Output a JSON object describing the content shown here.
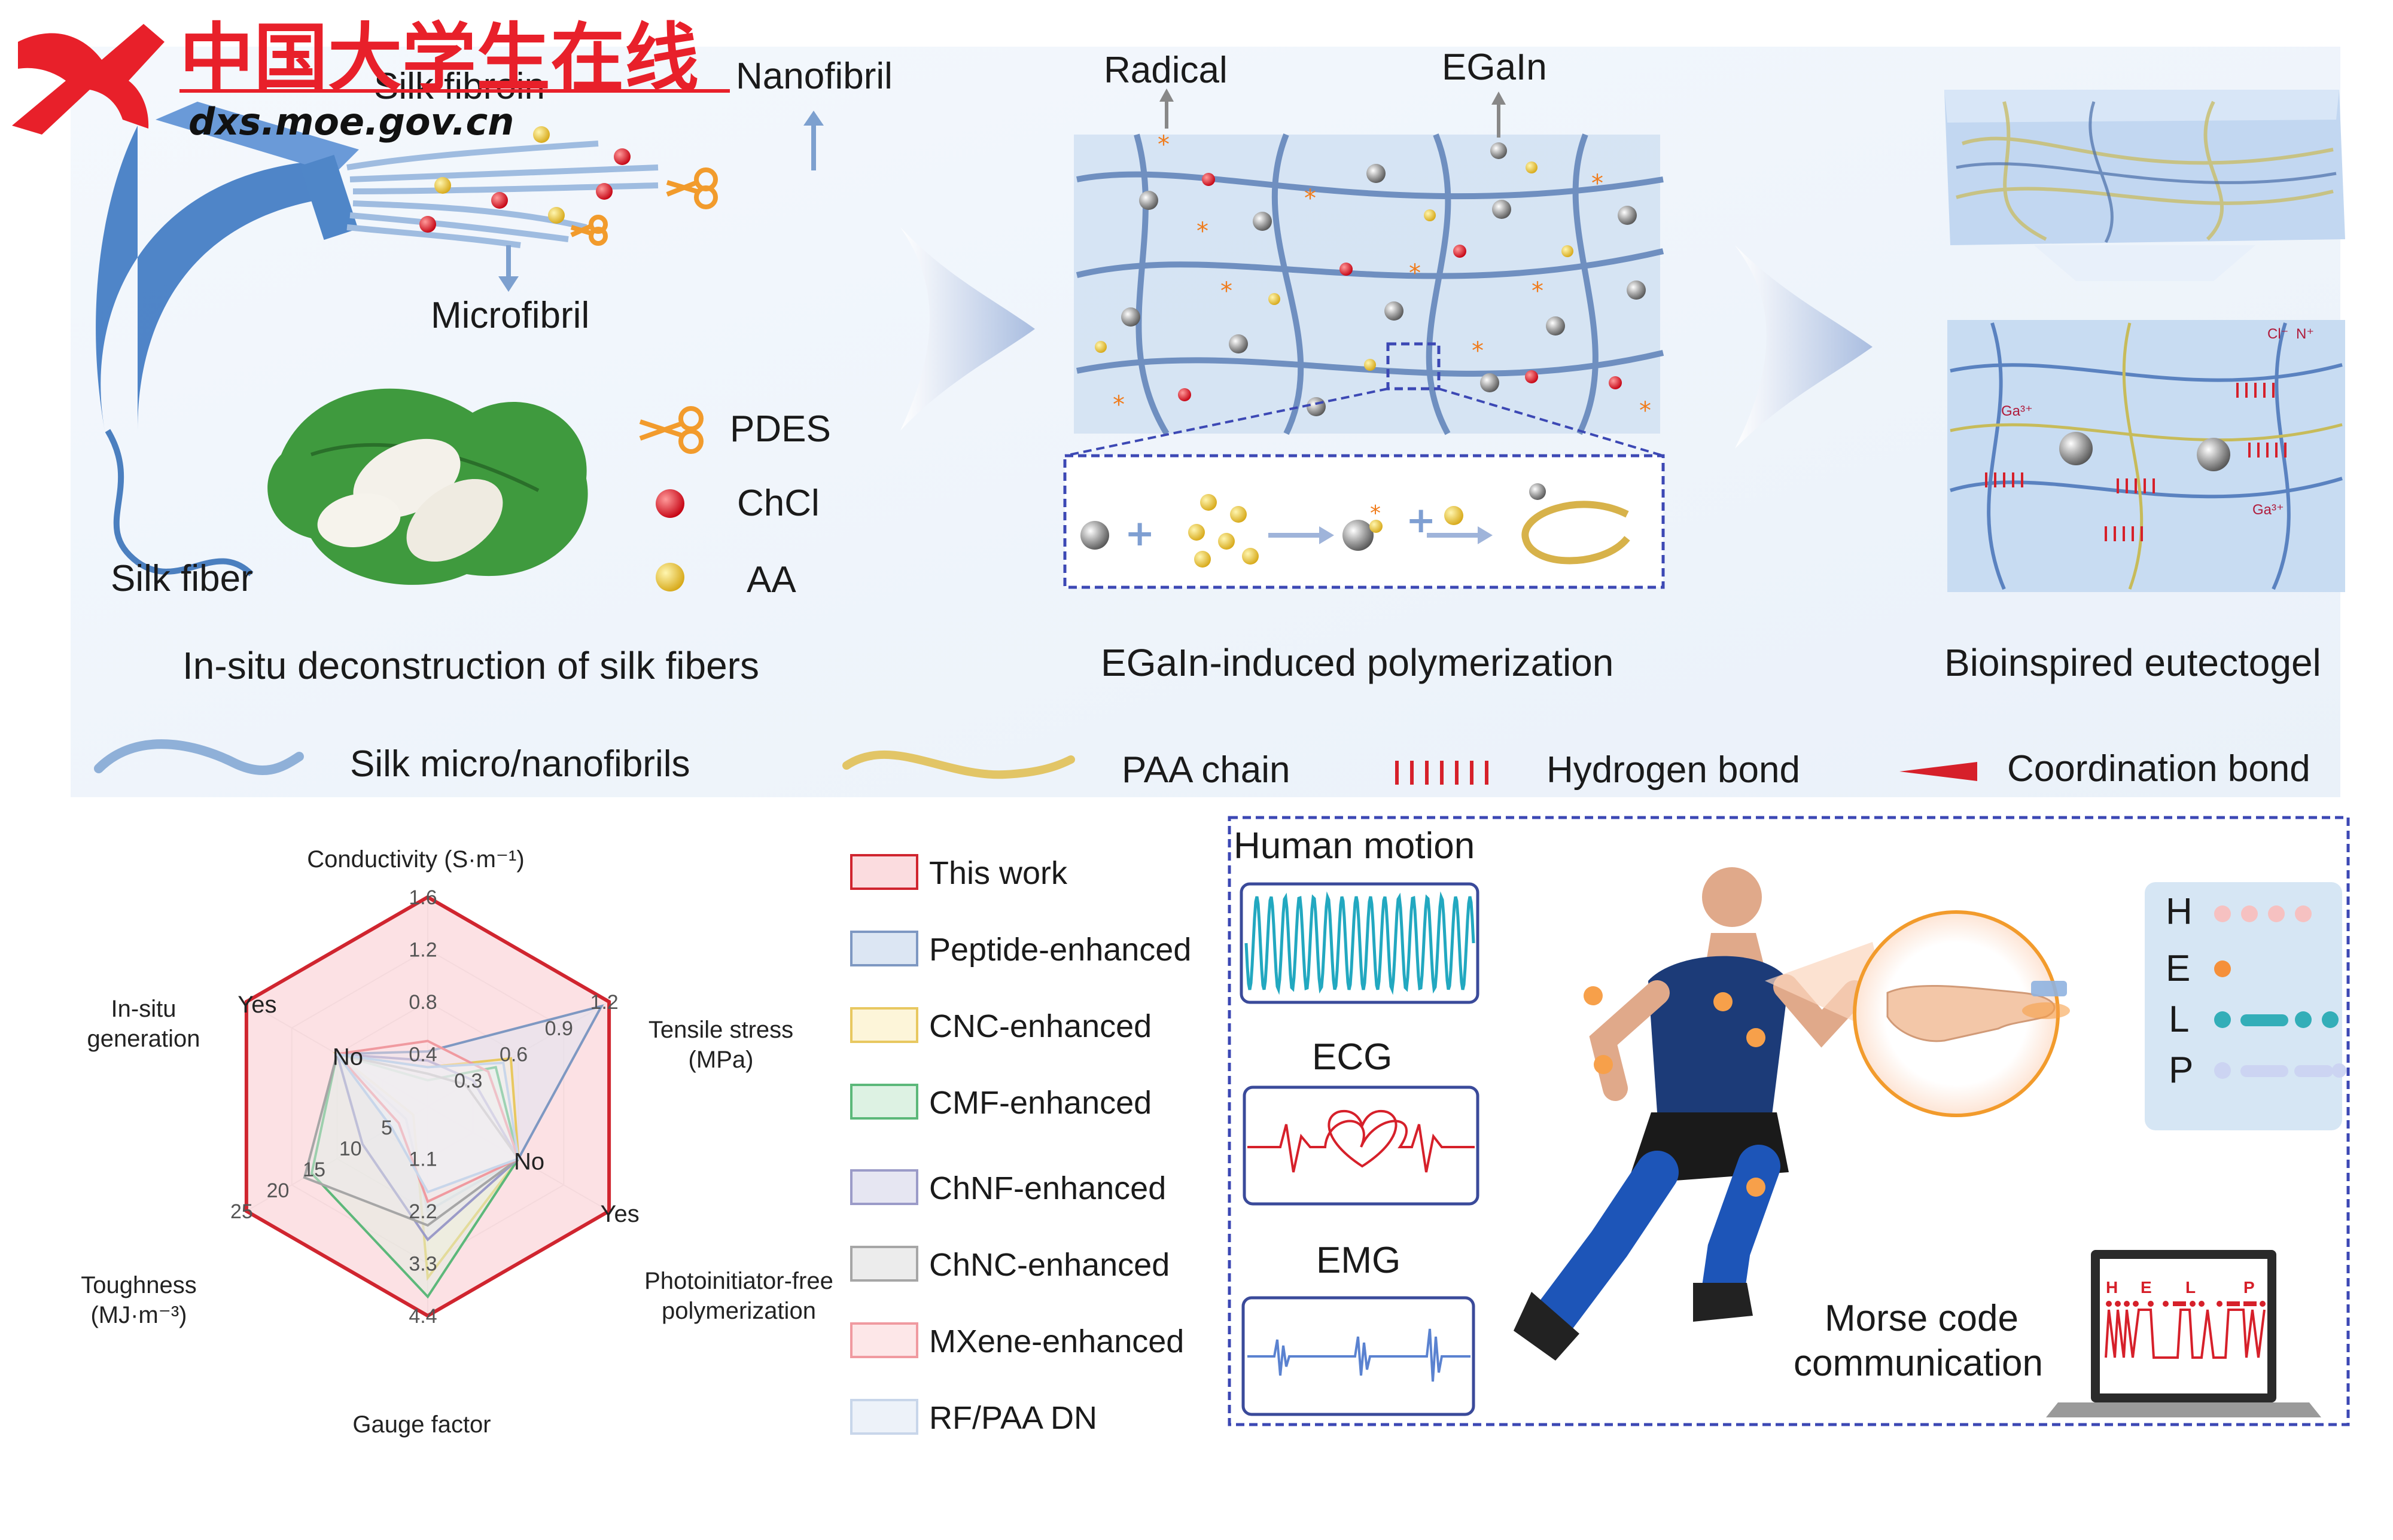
{
  "watermark": {
    "cn": "中国大学生在线",
    "url": "dxs.moe.gov.cn"
  },
  "panel_a": {
    "labels": {
      "silk_fibroin": "Silk fibroin",
      "nanofibril": "Nanofibril",
      "microfibril": "Microfibril",
      "silk_fiber": "Silk fiber",
      "pdes": "PDES",
      "chcl": "ChCl",
      "aa": "AA",
      "radical": "Radical",
      "egain": "EGaIn"
    },
    "step_titles": {
      "deconstruction": "In-situ deconstruction of silk fibers",
      "polymerization": "EGaIn-induced polymerization",
      "eutectogel": "Bioinspired eutectogel"
    },
    "legend": {
      "silk": "Silk micro/nanofibrils",
      "paa": "PAA chain",
      "hbond": "Hydrogen bond",
      "coord": "Coordination bond"
    },
    "chem": {
      "ga": "Ga³⁺",
      "cl": "Cl⁻",
      "n": "N⁺"
    }
  },
  "chart_data": {
    "type": "radar",
    "axes": [
      {
        "label": "Conductivity (S·m⁻¹)",
        "ticks": [
          "0.4",
          "0.8",
          "1.2",
          "1.6"
        ]
      },
      {
        "label": "Tensile stress (MPa)",
        "ticks": [
          "0.3",
          "0.6",
          "0.9",
          "1.2"
        ]
      },
      {
        "label": "Photoinitiator-free polymerization",
        "ticks": [
          "No",
          "Yes"
        ]
      },
      {
        "label": "Gauge factor",
        "ticks": [
          "1.1",
          "2.2",
          "3.3",
          "4.4"
        ]
      },
      {
        "label": "Toughness (MJ·m⁻³)",
        "ticks": [
          "5",
          "10",
          "15",
          "20",
          "25"
        ]
      },
      {
        "label": "In-situ generation",
        "ticks": [
          "No",
          "Yes"
        ]
      }
    ],
    "series": [
      {
        "name": "This work",
        "values": [
          1.6,
          1.2,
          1,
          4.4,
          25,
          1
        ],
        "color": "#d0252f",
        "fill": "#fbdcdf"
      },
      {
        "name": "Peptide-enhanced",
        "values": [
          0.42,
          1.15,
          0.5,
          2.2,
          3,
          0.5
        ],
        "color": "#7e98c2",
        "fill": "#dce6f3"
      },
      {
        "name": "CNC-enhanced",
        "values": [
          0.3,
          0.55,
          0.5,
          3.6,
          2,
          0.5
        ],
        "color": "#e8c860",
        "fill": "#fdf5d9"
      },
      {
        "name": "CMF-enhanced",
        "values": [
          0.2,
          0.45,
          0.5,
          4.0,
          16,
          0.5
        ],
        "color": "#5cb87a",
        "fill": "#ddf2e3"
      },
      {
        "name": "ChNF-enhanced",
        "values": [
          0.35,
          0.3,
          0.5,
          2.8,
          9,
          0.5
        ],
        "color": "#9b9bc8",
        "fill": "#e6e6f2"
      },
      {
        "name": "ChNC-enhanced",
        "values": [
          0.25,
          0.25,
          0.5,
          2.5,
          17,
          0.5
        ],
        "color": "#a6a6a6",
        "fill": "#ececec"
      },
      {
        "name": "MXene-enhanced",
        "values": [
          0.5,
          0.4,
          0.5,
          2.0,
          4,
          0.5
        ],
        "color": "#f09aa0",
        "fill": "#fde7e8"
      },
      {
        "name": "RF/PAA DN",
        "values": [
          0.3,
          0.5,
          0.5,
          1.8,
          5,
          0.5
        ],
        "color": "#c8d6ea",
        "fill": "#edf2f9"
      }
    ]
  },
  "panel_c": {
    "human_motion": "Human motion",
    "ecg": "ECG",
    "emg": "EMG",
    "morse_line1": "Morse code",
    "morse_line2": "communication",
    "morse_letters": [
      "H",
      "E",
      "L",
      "P"
    ],
    "laptop_letters": [
      "H",
      "E",
      "L",
      "P"
    ]
  }
}
